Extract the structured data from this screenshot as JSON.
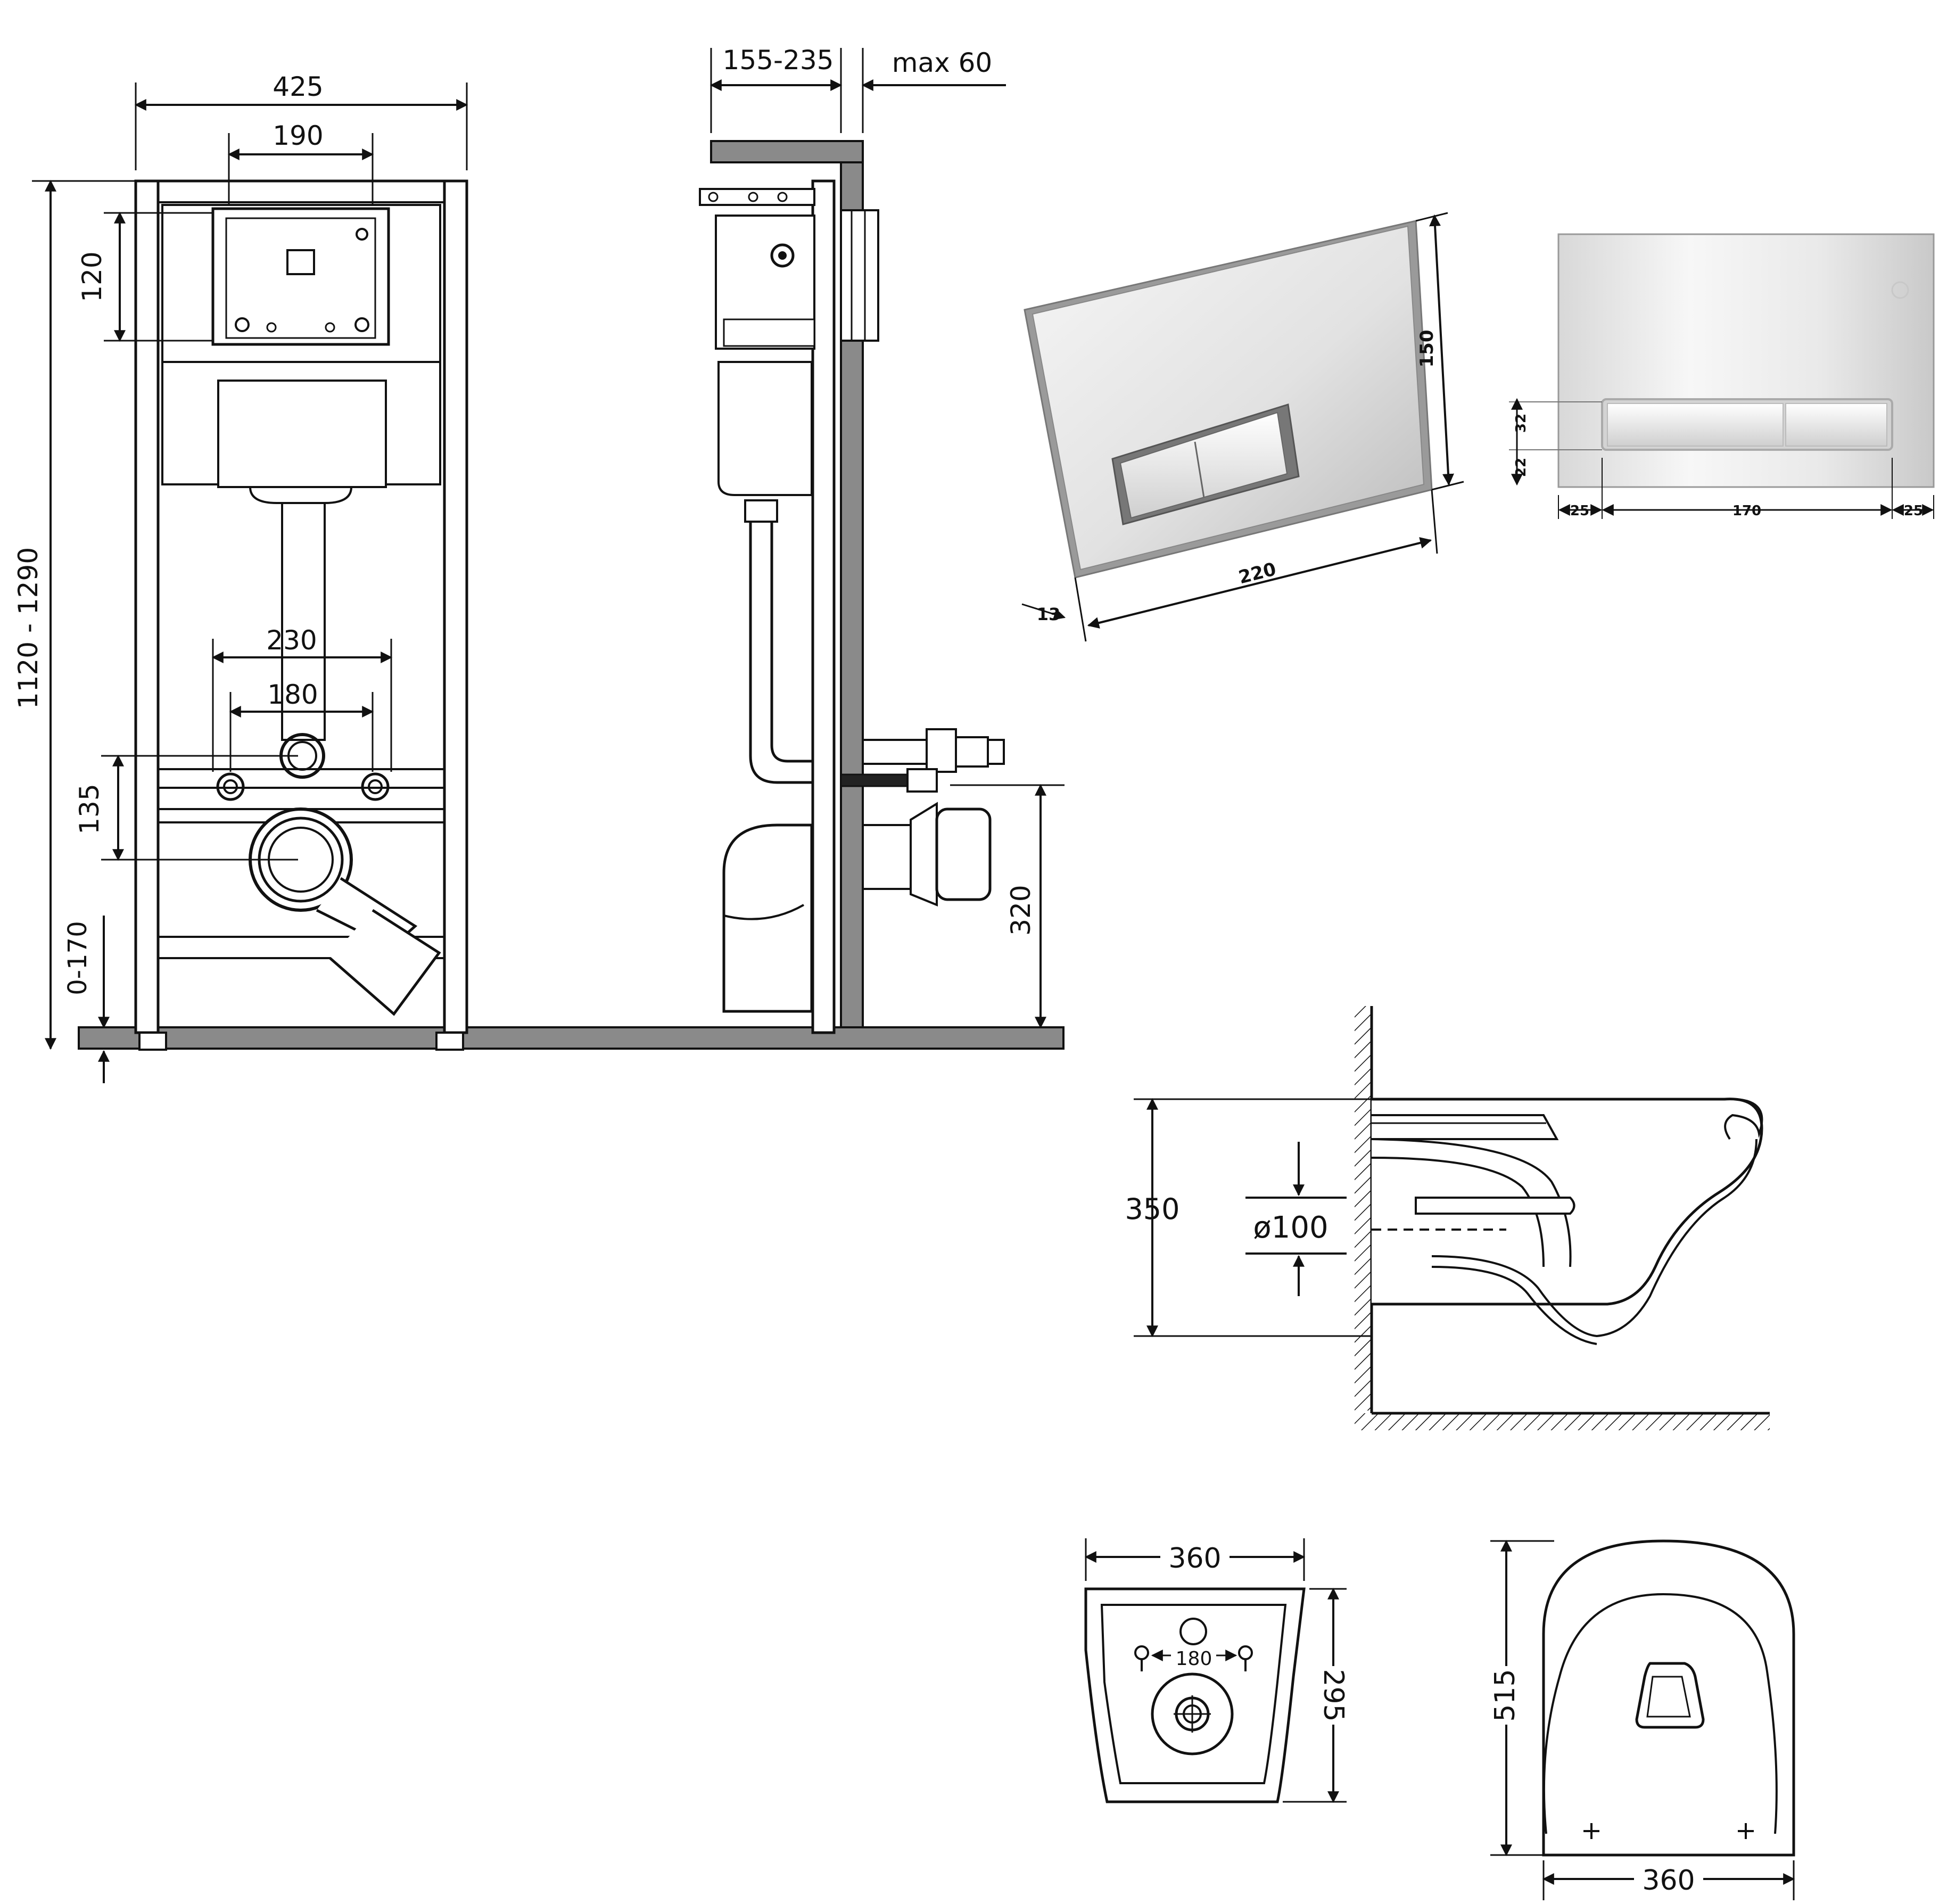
{
  "frame_front": {
    "width_total": "425",
    "width_panel": "190",
    "panel_height": "120",
    "height_range": "1120 - 1290",
    "stud_spacing": "230",
    "inlet_spacing": "180",
    "inlet_offset": "135",
    "leg_adjust": "0-170"
  },
  "frame_side": {
    "depth_range": "155-235",
    "wall_max": "max 60",
    "outlet_height": "320"
  },
  "flush_plate_3d": {
    "height": "150",
    "width": "220",
    "thickness": "13"
  },
  "flush_plate_front": {
    "button_height": "32",
    "button_offset": "22",
    "margin_left": "25",
    "button_width": "170",
    "margin_right": "25"
  },
  "bowl_side": {
    "height": "350",
    "outlet_diameter": "ø100"
  },
  "bowl_rear": {
    "width": "360",
    "stud_spacing": "180",
    "depth": "295"
  },
  "bowl_top": {
    "length": "515",
    "width": "360"
  },
  "colors": {
    "line": "#111111",
    "floor": "#8a8a8a",
    "plate_light": "#f4f4f4",
    "plate_dark": "#9a9a9a"
  }
}
